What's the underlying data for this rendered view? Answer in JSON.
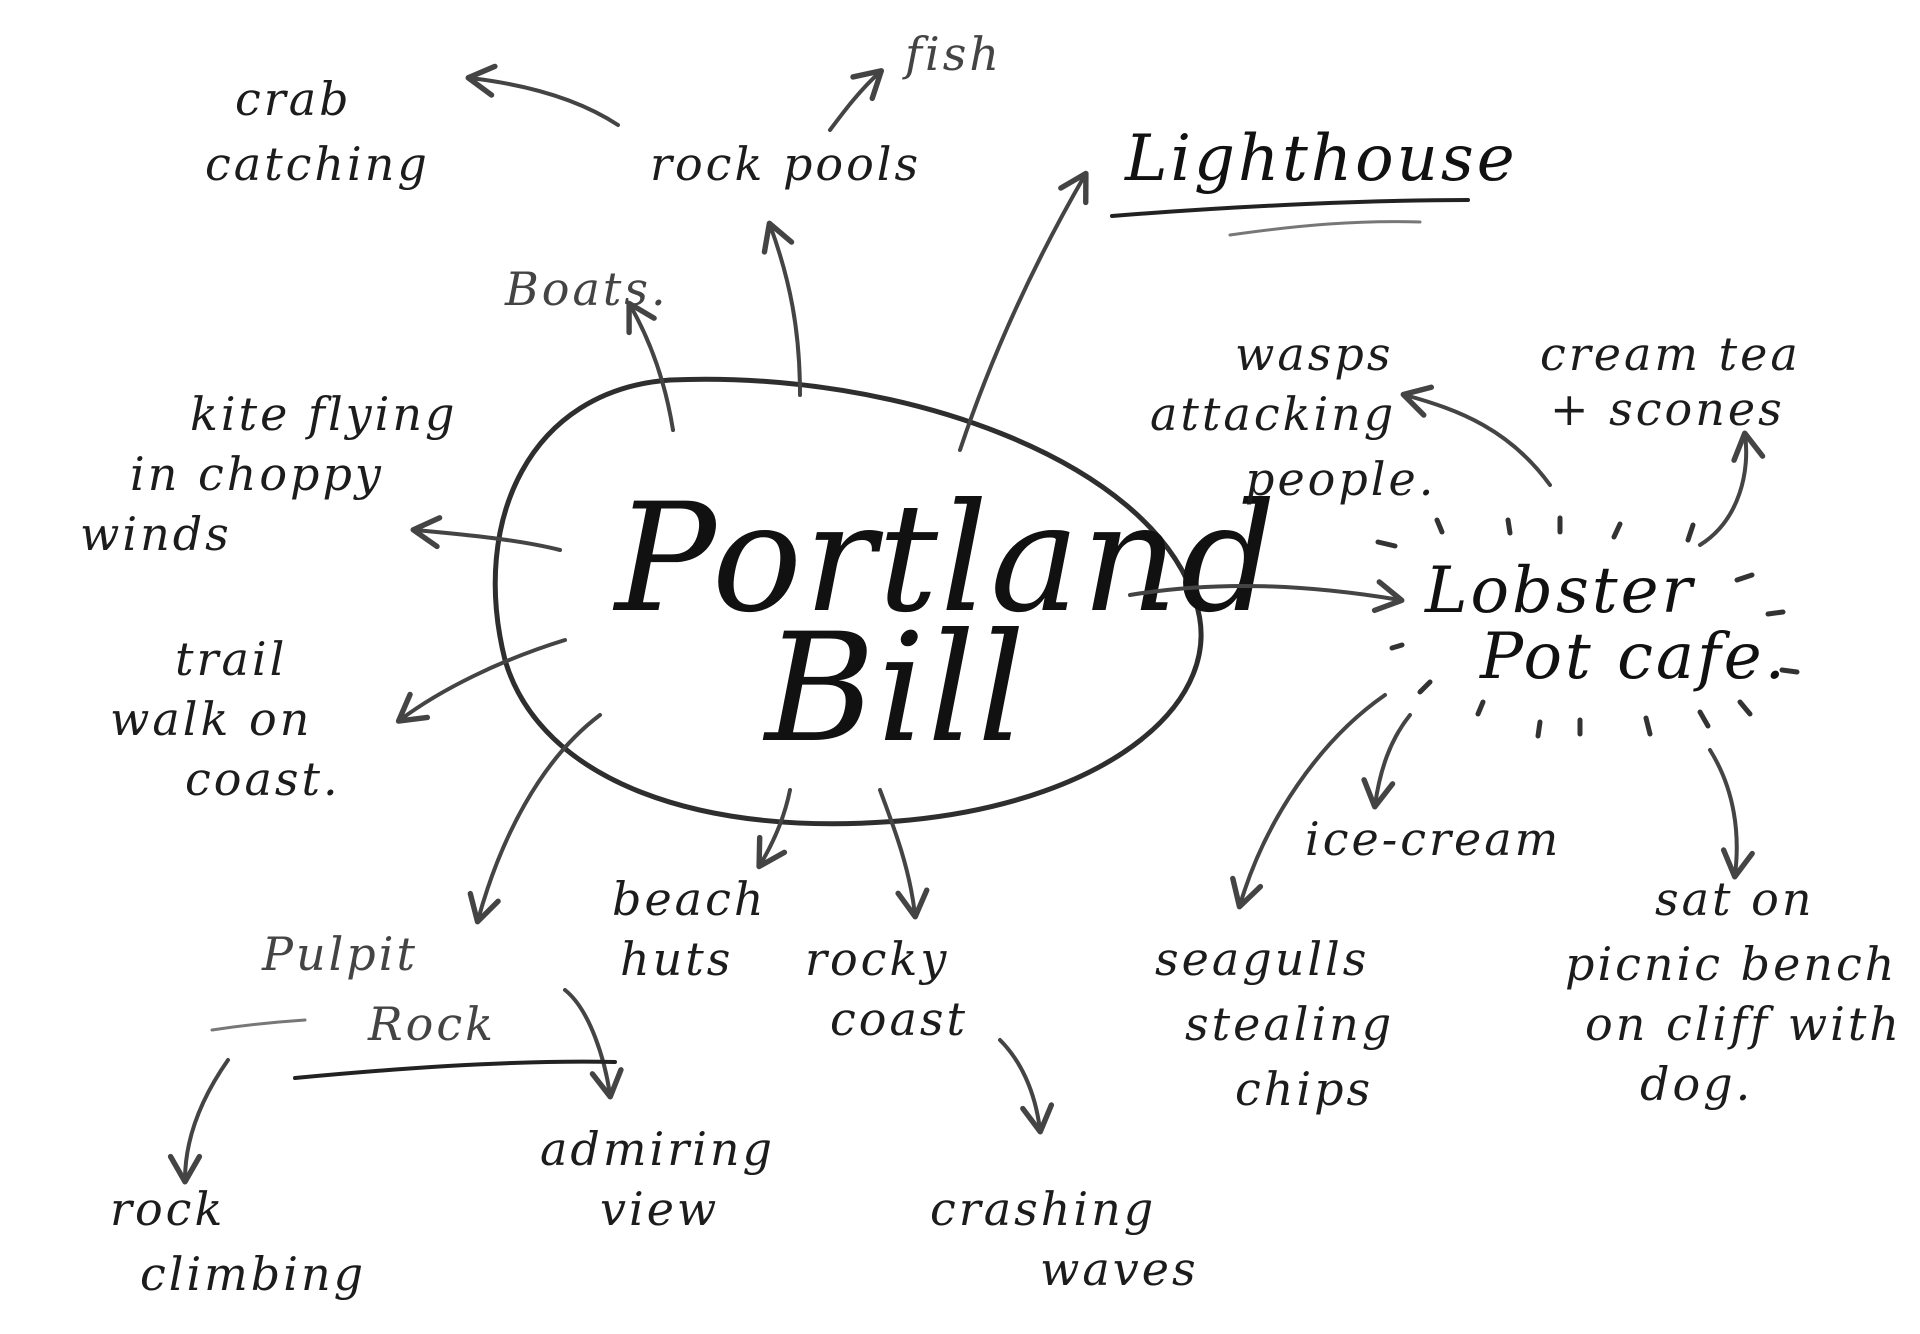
{
  "center": {
    "line1": "Portland",
    "line2": "Bill"
  },
  "nodes": {
    "crab_catching": [
      "crab",
      "catching"
    ],
    "fish": [
      "fish"
    ],
    "rock_pools": [
      "rock pools"
    ],
    "lighthouse": [
      "Lighthouse"
    ],
    "boats": [
      "Boats."
    ],
    "kite_flying": [
      "kite flying",
      "in choppy",
      "winds"
    ],
    "trail_walk": [
      "trail",
      "walk on",
      "coast."
    ],
    "pulpit_rock": [
      "Pulpit",
      "Rock"
    ],
    "beach_huts": [
      "beach",
      "huts"
    ],
    "rocky_coast": [
      "rocky",
      "coast"
    ],
    "rock_climbing": [
      "rock",
      "climbing"
    ],
    "admiring_view": [
      "admiring",
      "view"
    ],
    "crashing_waves": [
      "crashing",
      "waves"
    ],
    "wasps": [
      "wasps",
      "attacking",
      "people."
    ],
    "cream_tea": [
      "cream tea",
      "+ scones"
    ],
    "lobster_pot": [
      "Lobster",
      "Pot cafe."
    ],
    "ice_cream": [
      "ice-cream"
    ],
    "seagulls": [
      "seagulls",
      "stealing",
      "chips"
    ],
    "picnic": [
      "sat on",
      "picnic bench",
      "on cliff with",
      "dog."
    ]
  }
}
